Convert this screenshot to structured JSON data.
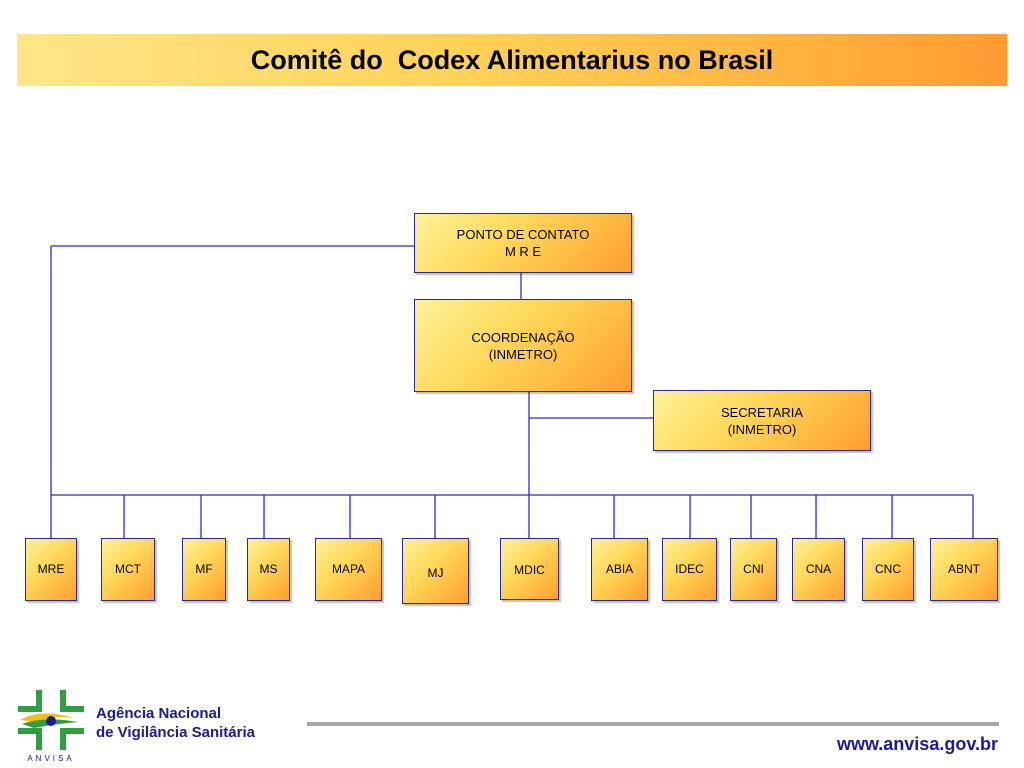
{
  "title": "Comitê do  Codex Alimentarius no Brasil",
  "org_chart": {
    "ponto_contato": [
      "PONTO DE CONTATO",
      "M R E"
    ],
    "coordenacao": [
      "COORDENAÇÃO",
      "(INMETRO)"
    ],
    "secretaria": [
      "SECRETARIA",
      "(INMETRO)"
    ],
    "members": [
      "MRE",
      "MCT",
      "MF",
      "MS",
      "MAPA",
      "MJ",
      "MDIC",
      "ABIA",
      "IDEC",
      "CNI",
      "CNA",
      "CNC",
      "ABNT"
    ]
  },
  "footer": {
    "agency_line1": "Agência Nacional",
    "agency_line2": "de Vigilância Sanitária",
    "logo_text": "ANVISA",
    "url": "www.anvisa.gov.br"
  },
  "colors": {
    "line": "#2b2bd6",
    "box_border": "#2b2b8f",
    "text_blue": "#1a1a9a",
    "logo_green": "#2e9e3e",
    "logo_yellow": "#f2c010"
  }
}
